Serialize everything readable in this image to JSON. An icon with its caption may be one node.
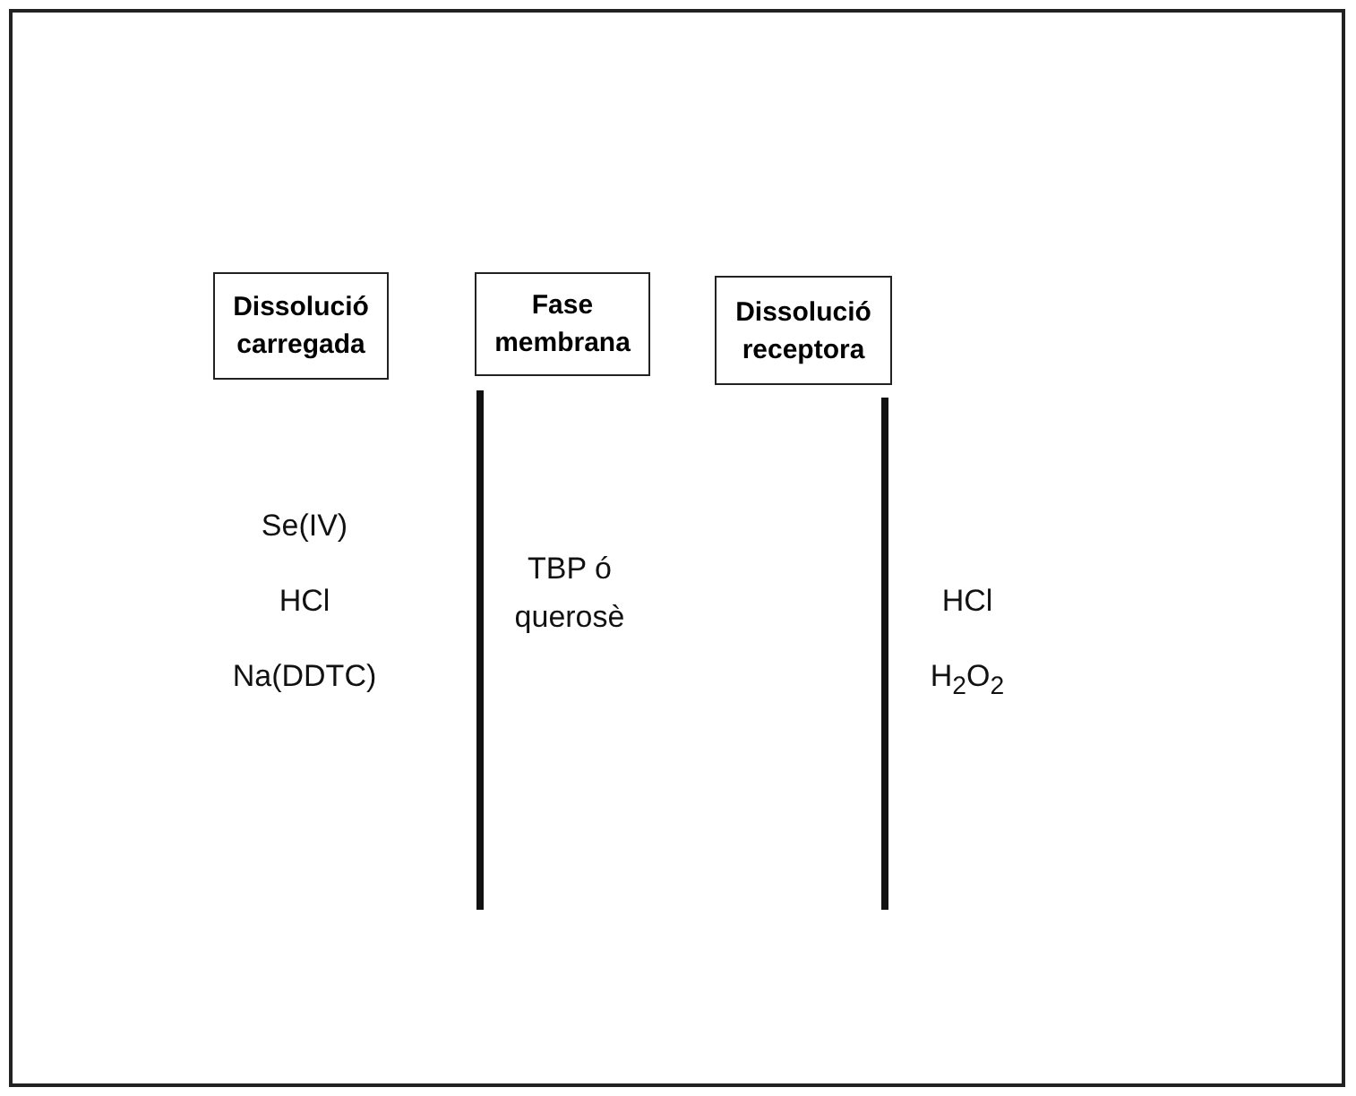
{
  "diagram": {
    "nodes": [
      {
        "text": [
          "Dissolució carregada"
        ]
      },
      {
        "text": [
          "Fase membrana"
        ]
      },
      {
        "text": [
          "Dissolució receptora"
        ]
      }
    ],
    "labels": [
      "Se(IV)",
      "HCl",
      "Na(DDTC)",
      "TBP ó querosè",
      "HCl",
      "H$_{2}$O$_{2}$"
    ]
  }
}
